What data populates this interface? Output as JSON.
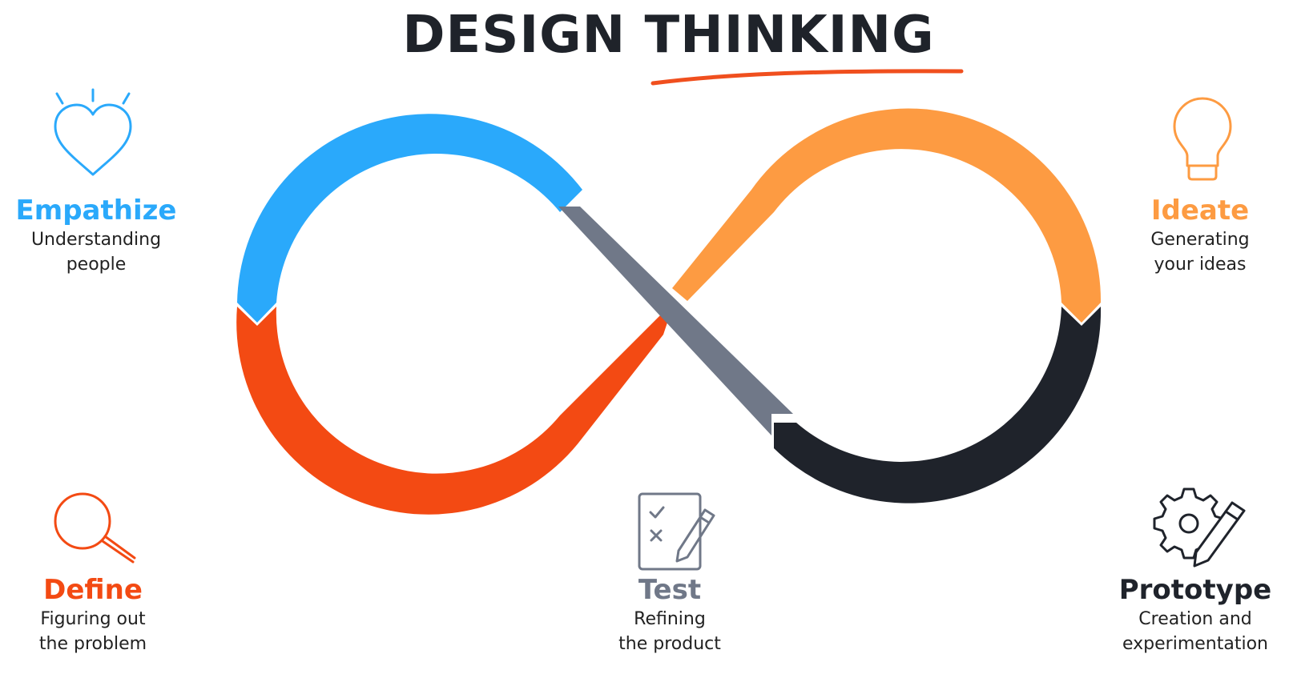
{
  "title": "DESIGN THINKING",
  "colors": {
    "title": "#1f232a",
    "underline": "#f04f1e",
    "empathize": "#2aa9fb",
    "ideate": "#fd9b42",
    "define": "#f34a13",
    "prototype": "#1f232b",
    "test": "#707888"
  },
  "stages": {
    "empathize": {
      "title": "Empathize",
      "description": "Understanding\npeople",
      "icon": "heart-icon"
    },
    "ideate": {
      "title": "Ideate",
      "description": "Generating\nyour ideas",
      "icon": "lightbulb-icon"
    },
    "define": {
      "title": "Define",
      "description": "Figuring out\nthe problem",
      "icon": "magnifier-icon"
    },
    "test": {
      "title": "Test",
      "description": "Refining\nthe product",
      "icon": "checklist-pencil-icon"
    },
    "prototype": {
      "title": "Prototype",
      "description": "Creation and\nexperimentation",
      "icon": "gear-pencil-icon"
    }
  }
}
